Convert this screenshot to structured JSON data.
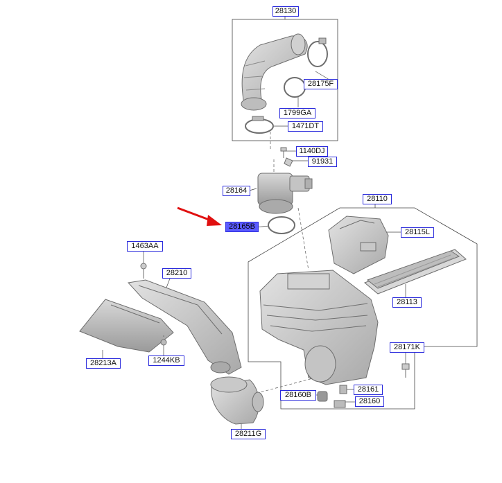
{
  "diagram": {
    "callouts": {
      "c28130": "28130",
      "c28175F": "28175F",
      "c1799GA": "1799GA",
      "c1471DT": "1471DT",
      "c1140DJ": "1140DJ",
      "c91931": "91931",
      "c28164": "28164",
      "c28165B": "28165B",
      "c28110": "28110",
      "c28115L": "28115L",
      "c1463AA": "1463AA",
      "c28210": "28210",
      "c28113": "28113",
      "c28213A": "28213A",
      "c1244KB": "1244KB",
      "c28171K": "28171K",
      "c28161": "28161",
      "c28160B": "28160B",
      "c28160": "28160",
      "c28211G": "28211G"
    },
    "highlighted_part": "28165B",
    "colors": {
      "callout_border": "#2b2bdc",
      "highlight_fill": "#5b5bff",
      "arrow": "#e01010",
      "part_fill": "#c9c9c9",
      "part_stroke": "#6e6e6e"
    }
  }
}
